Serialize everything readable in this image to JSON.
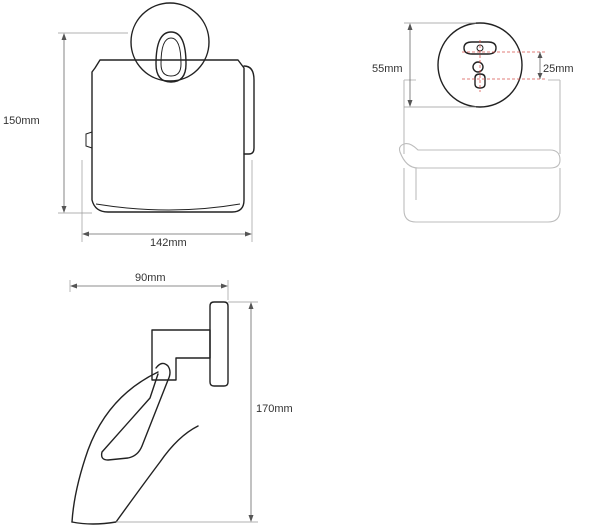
{
  "dimensions": {
    "front_height": "150mm",
    "front_width": "142mm",
    "back_total_height": "55mm",
    "back_hole_spacing": "25mm",
    "side_depth": "90mm",
    "side_height": "170mm"
  },
  "colors": {
    "outline": "#222222",
    "ghost_outline": "#bdbdbd",
    "dimension_line": "#666666",
    "hole_center": "#d9534f"
  }
}
